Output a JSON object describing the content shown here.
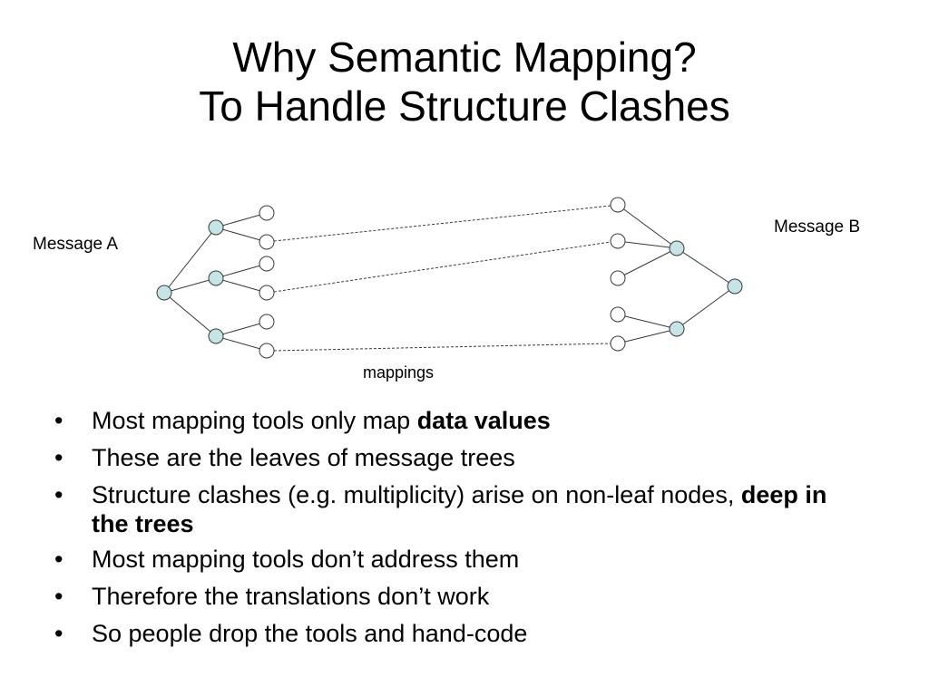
{
  "title": {
    "line1": "Why Semantic Mapping?",
    "line2": "To Handle Structure Clashes"
  },
  "diagram": {
    "label_a": "Message A",
    "label_b": "Message B",
    "label_mappings": "mappings",
    "colors": {
      "inner_node_fill": "#c4e4e6",
      "leaf_fill": "#ffffff",
      "stroke": "#3a3a3a"
    }
  },
  "bullets": [
    {
      "text": "Most mapping tools only map ",
      "bold": "data values",
      "after": ""
    },
    {
      "text": "These are the leaves of message trees",
      "bold": "",
      "after": ""
    },
    {
      "text": "Structure clashes (e.g. multiplicity) arise on non-leaf nodes, ",
      "bold": "deep in the trees",
      "after": ""
    },
    {
      "text": "Most mapping tools don’t address them",
      "bold": "",
      "after": ""
    },
    {
      "text": "Therefore the translations don’t work",
      "bold": "",
      "after": ""
    },
    {
      "text": "So people drop the tools and hand-code",
      "bold": "",
      "after": ""
    }
  ],
  "bullet_glyph": "•"
}
